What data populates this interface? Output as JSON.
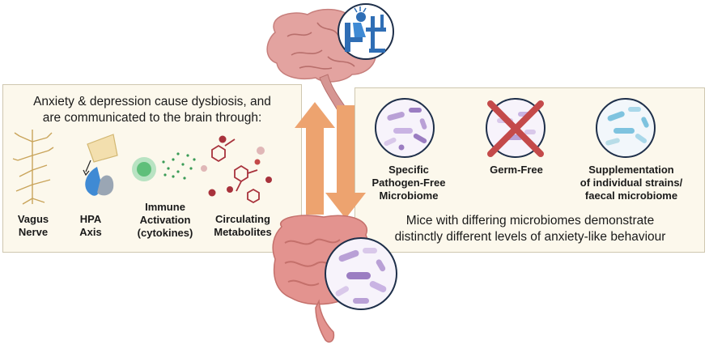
{
  "left_panel": {
    "heading_line1": "Anxiety & depression cause dysbiosis, and",
    "heading_line2": "are communicated to the brain through:",
    "items": [
      {
        "line1": "Vagus",
        "line2": "Nerve",
        "icon": "nerve-icon"
      },
      {
        "line1": "HPA",
        "line2": "Axis",
        "icon": "gland-icon"
      },
      {
        "line1": "Immune",
        "line2": "Activation",
        "line3": "(cytokines)",
        "icon": "immune-cell-icon"
      },
      {
        "line1": "Circulating",
        "line2": "Metabolites",
        "icon": "molecule-icon"
      }
    ]
  },
  "right_panel": {
    "items": [
      {
        "line1": "Specific",
        "line2": "Pathogen-Free",
        "line3": "Microbiome",
        "icon": "microbiome-icon"
      },
      {
        "line1": "Germ-Free",
        "icon": "germ-free-icon"
      },
      {
        "line1": "Supplementation",
        "line2": "of individual strains/",
        "line3": "faecal microbiome",
        "icon": "strain-supplement-icon"
      }
    ],
    "summary_line1": "Mice with differing microbiomes demonstrate",
    "summary_line2": "distinctly different levels of anxiety-like behaviour"
  },
  "colors": {
    "panel_bg": "#fcf8ec",
    "arrow": "#eda36f",
    "brain": "#e3a3a0",
    "gut": "#e3938f",
    "cross": "#c44a4a",
    "bacteria": "#b9a0d6"
  }
}
